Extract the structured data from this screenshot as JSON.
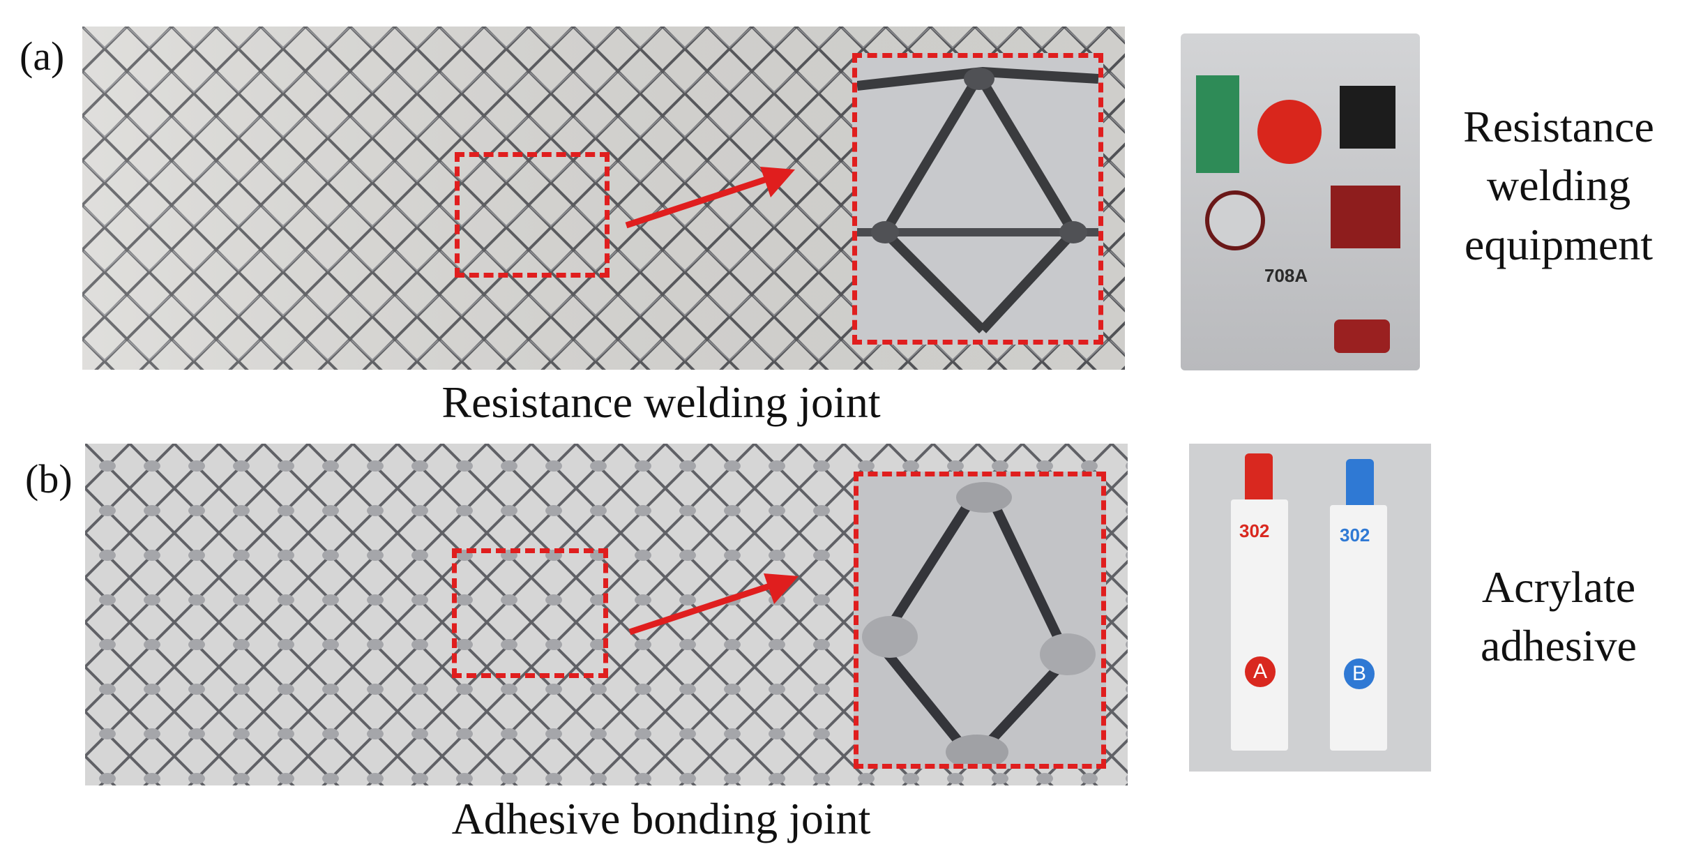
{
  "figure": {
    "panel_a": {
      "label": "(a)",
      "caption": "Resistance welding joint",
      "side_label_lines": [
        "Resistance",
        "welding",
        "equipment"
      ],
      "device_model": "708A"
    },
    "panel_b": {
      "label": "(b)",
      "caption": "Adhesive bonding joint",
      "side_label_lines": [
        "Acrylate",
        "adhesive"
      ],
      "tube_a": {
        "number": "302",
        "letter": "A",
        "cap_color": "#d9281f"
      },
      "tube_b": {
        "number": "302",
        "letter": "B",
        "cap_color": "#2f79d4"
      }
    },
    "colors": {
      "dashed_box": "#e01e1e",
      "arrow": "#e01e1e"
    }
  }
}
